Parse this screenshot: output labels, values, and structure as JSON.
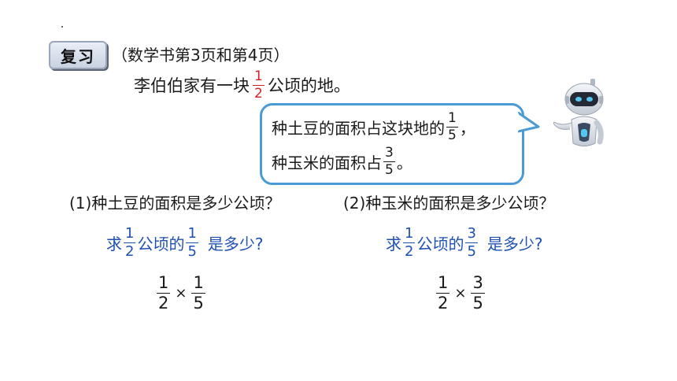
{
  "header": {
    "badge_label": "复习",
    "book_ref": "（数学书第3页和第4页）"
  },
  "intro": {
    "before": "李伯伯家有一块",
    "frac_num": "1",
    "frac_den": "2",
    "after": "公顷的地。"
  },
  "bubble": {
    "line1_text": "种土豆的面积占这块地的",
    "line1_num": "1",
    "line1_den": "5",
    "line1_end": "，",
    "line2_text": "种玉米的面积占",
    "line2_num": "3",
    "line2_den": "5",
    "line2_end": "。"
  },
  "questions": {
    "q1": "(1)种土豆的面积是多少公顷？",
    "q2": "(2)种玉米的面积是多少公顷？"
  },
  "ask1": {
    "prefix": "求",
    "a_num": "1",
    "a_den": "2",
    "mid": "公顷的",
    "b_num": "1",
    "b_den": "5",
    "suffix": "是多少?"
  },
  "ask2": {
    "prefix": "求",
    "a_num": "1",
    "a_den": "2",
    "mid": "公顷的",
    "b_num": "3",
    "b_den": "5",
    "suffix": "是多少?"
  },
  "expr1": {
    "a_num": "1",
    "a_den": "2",
    "op": "×",
    "b_num": "1",
    "b_den": "5"
  },
  "expr2": {
    "a_num": "1",
    "a_den": "2",
    "op": "×",
    "b_num": "3",
    "b_den": "5"
  },
  "colors": {
    "accent_blue": "#1e4fb3",
    "highlight_red": "#d61f26",
    "bubble_border": "#4a9ad6"
  }
}
